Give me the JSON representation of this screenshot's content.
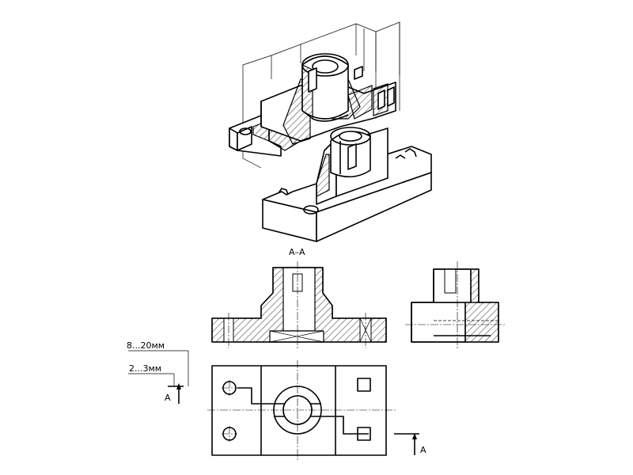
{
  "labels": {
    "section_title": "A–A",
    "dim_outer": "8...20мм",
    "dim_inner": "2...3мм",
    "cut_mark_left": "A",
    "cut_mark_right": "A"
  }
}
